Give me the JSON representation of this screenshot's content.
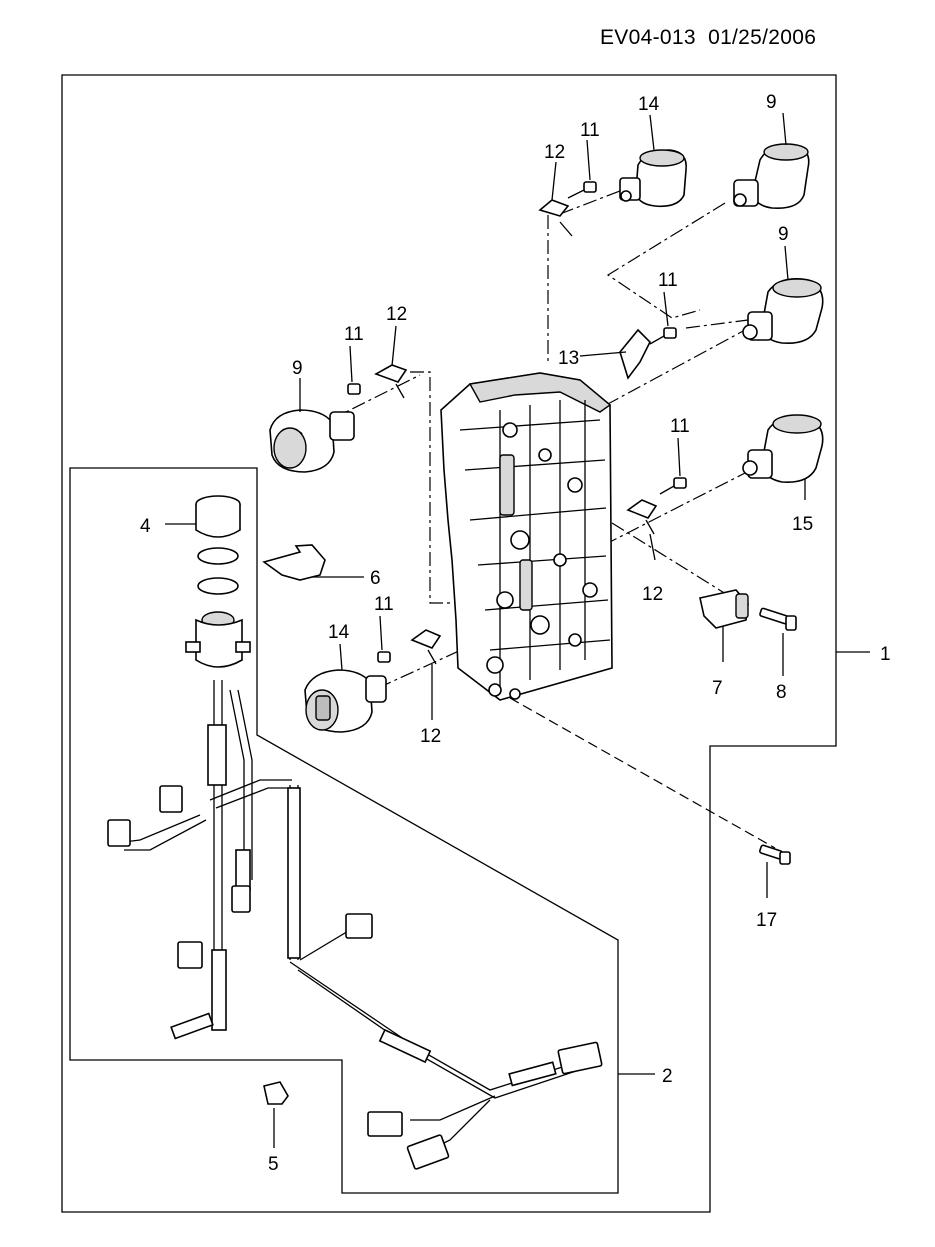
{
  "header": {
    "doc_code": "EV04-013",
    "date": "01/25/2006"
  },
  "callouts": {
    "c1": "1",
    "c2": "2",
    "c4": "4",
    "c5": "5",
    "c6": "6",
    "c7": "7",
    "c8": "8",
    "c9a": "9",
    "c9b": "9",
    "c9c": "9",
    "c11a": "11",
    "c11b": "11",
    "c11c": "11",
    "c11d": "11",
    "c11e": "11",
    "c12a": "12",
    "c12b": "12",
    "c12c": "12",
    "c12d": "12",
    "c13": "13",
    "c14a": "14",
    "c14b": "14",
    "c15": "15",
    "c17": "17"
  }
}
